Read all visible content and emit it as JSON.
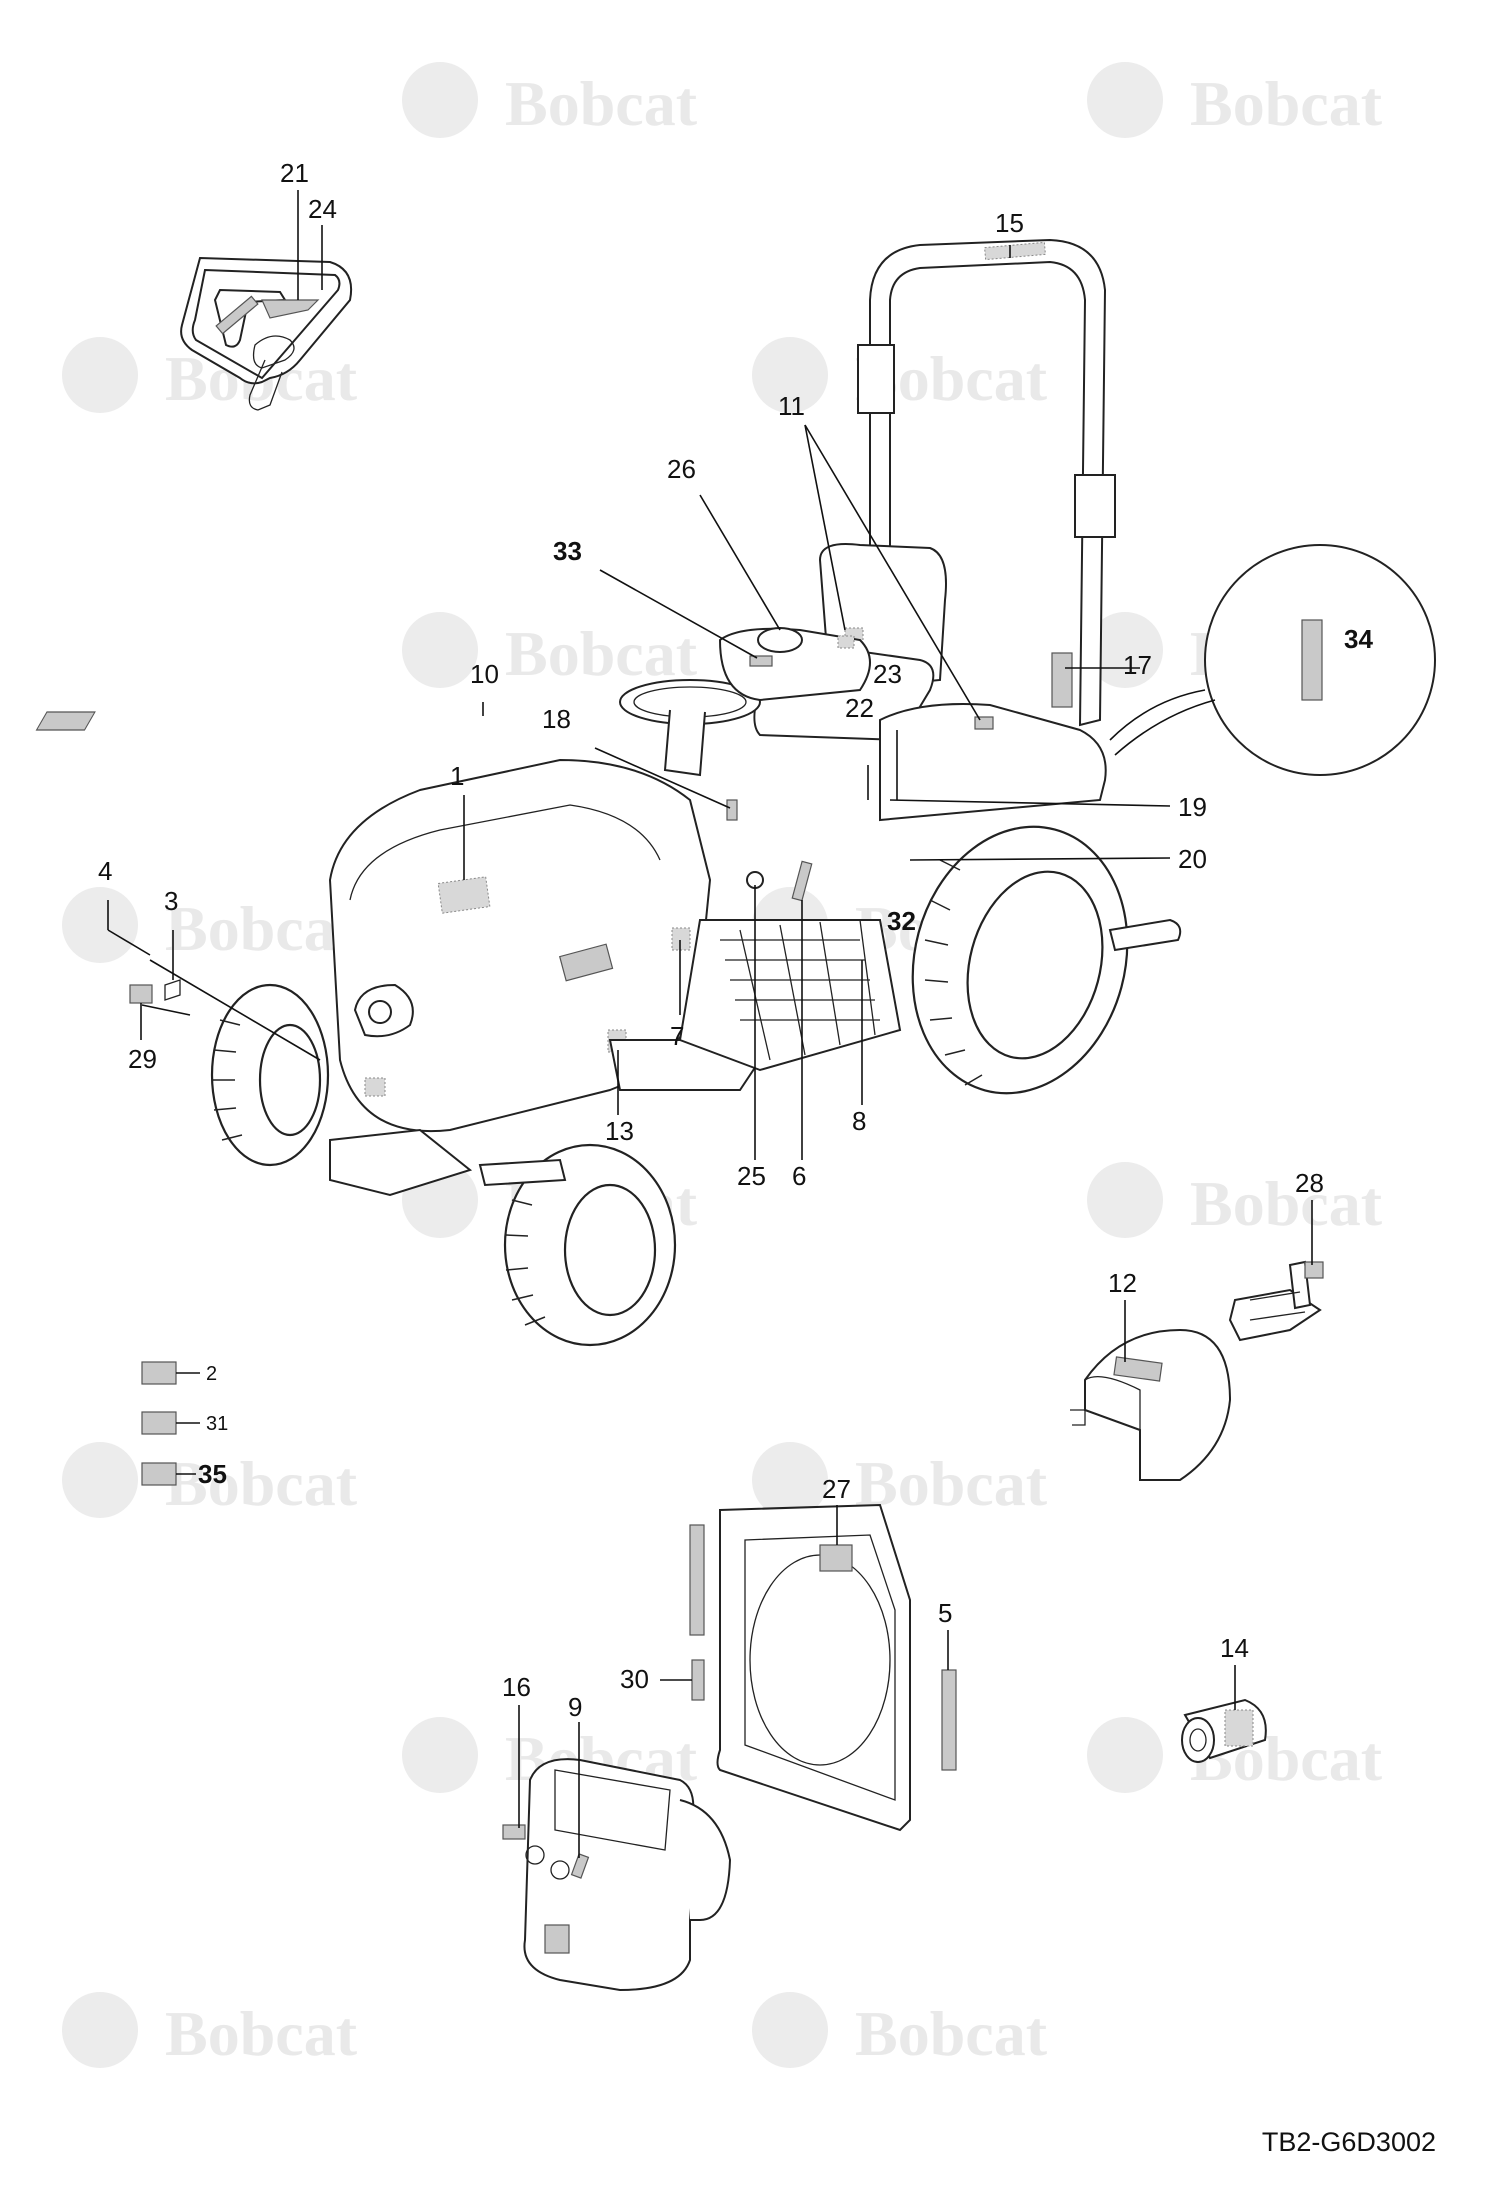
{
  "watermark": {
    "brand": "Bobcat"
  },
  "drawing_id": "TB2-G6D3002",
  "callouts": {
    "c1": "1",
    "c2": "2",
    "c3": "3",
    "c4": "4",
    "c5": "5",
    "c6": "6",
    "c7": "7",
    "c8": "8",
    "c9": "9",
    "c10": "10",
    "c11": "11",
    "c12": "12",
    "c13": "13",
    "c14": "14",
    "c15": "15",
    "c16": "16",
    "c17": "17",
    "c18": "18",
    "c19": "19",
    "c20": "20",
    "c21": "21",
    "c22": "22",
    "c23": "23",
    "c24": "24",
    "c25": "25",
    "c26": "26",
    "c27": "27",
    "c28": "28",
    "c29": "29",
    "c30": "30",
    "c31": "31",
    "c32": "32",
    "c33": "33",
    "c34": "34",
    "c35": "35"
  },
  "legend": [
    {
      "label": "2"
    },
    {
      "label": "31"
    },
    {
      "label": "35"
    }
  ]
}
